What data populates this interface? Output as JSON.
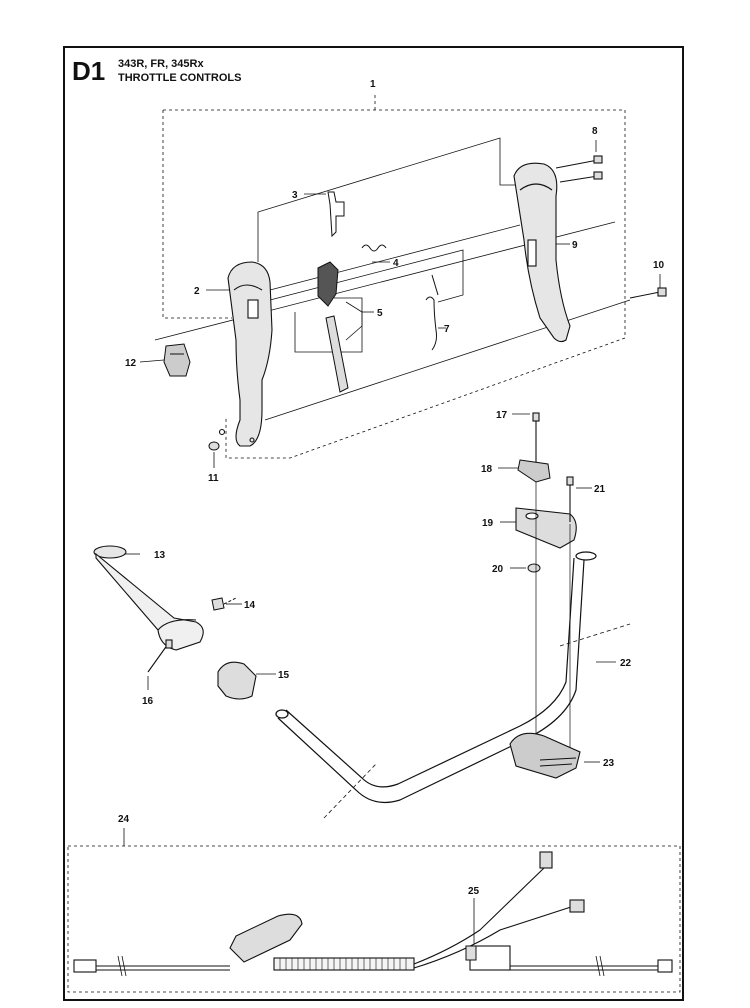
{
  "header": {
    "section_code": "D1",
    "models": "343R, FR, 345Rx",
    "title": "THROTTLE CONTROLS"
  },
  "callouts": [
    "1",
    "2",
    "3",
    "4",
    "5",
    "7",
    "8",
    "9",
    "10",
    "11",
    "12",
    "13",
    "14",
    "15",
    "16",
    "17",
    "18",
    "19",
    "20",
    "21",
    "22",
    "23",
    "24",
    "25"
  ]
}
